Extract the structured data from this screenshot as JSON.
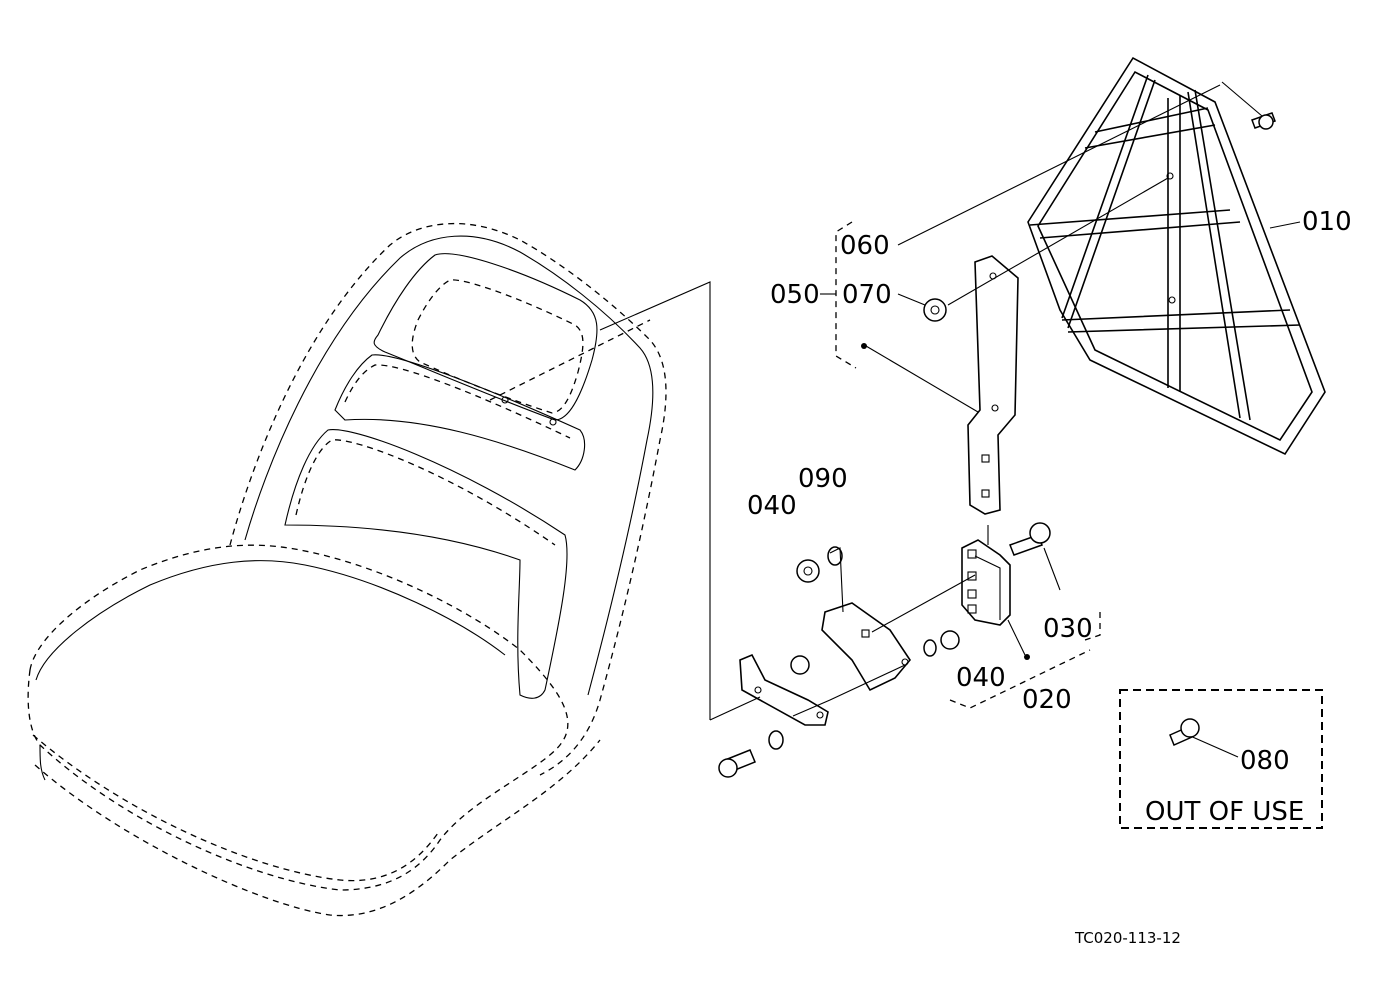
{
  "callouts": {
    "p010": "010",
    "p020": "020",
    "p030": "030",
    "p040a": "040",
    "p040b": "040",
    "p050": "050",
    "p060": "060",
    "p070": "070",
    "p080": "080",
    "p090": "090"
  },
  "notice": "OUT OF USE",
  "drawing_code": "TC020-113-12"
}
